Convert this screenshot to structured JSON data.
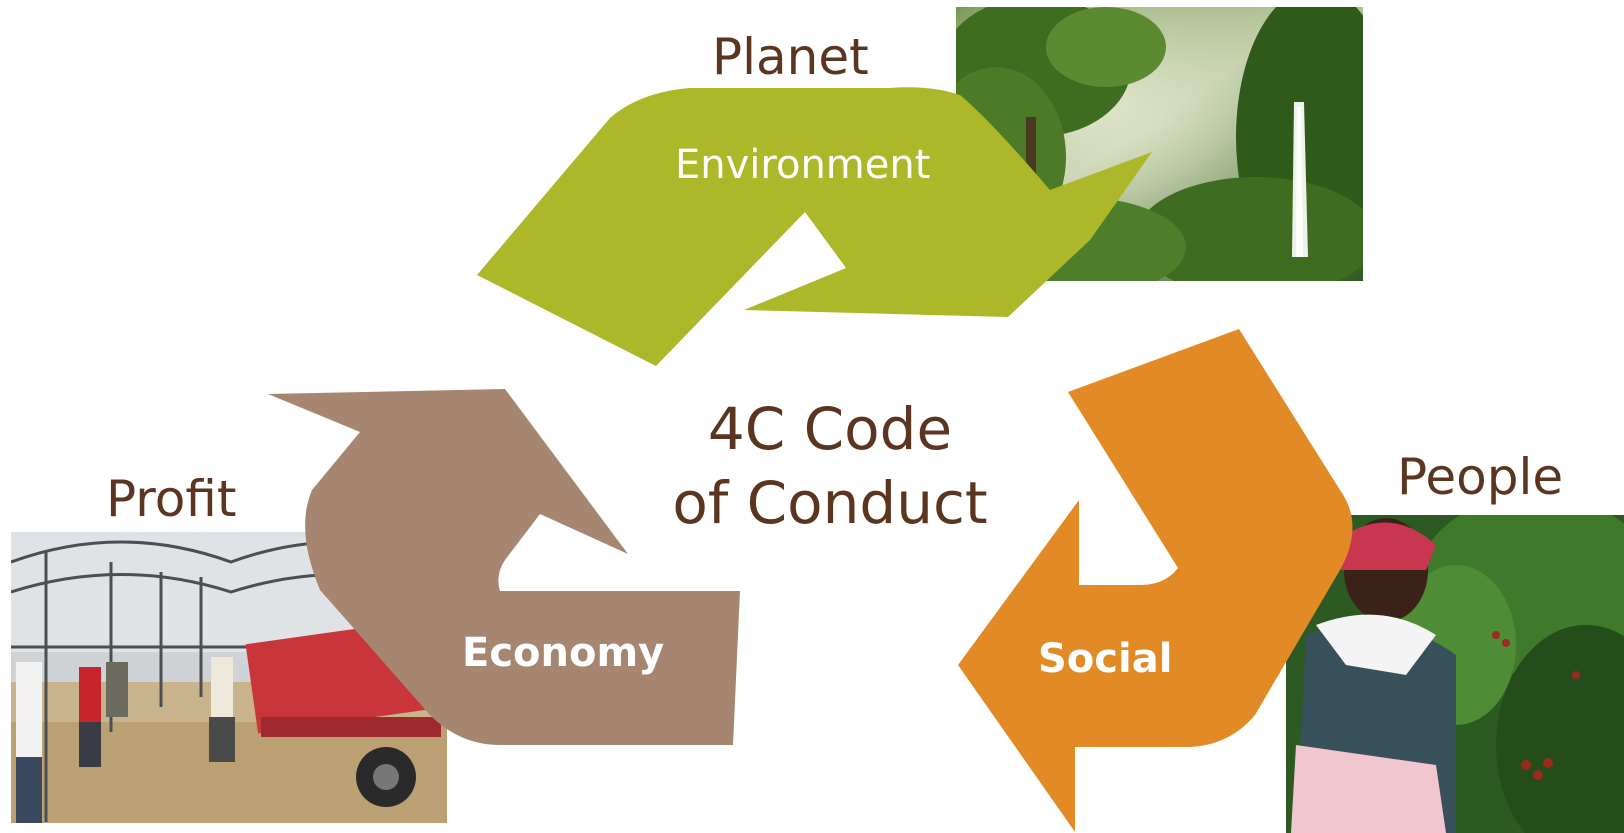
{
  "title": {
    "line1": "4C Code",
    "line2": "of Conduct"
  },
  "planet": {
    "label": "Planet",
    "arrow_text": "Environment",
    "color": "#acb829"
  },
  "profit": {
    "label": "Profit",
    "arrow_text": "Economy",
    "color": "#a68670"
  },
  "people": {
    "label": "People",
    "arrow_text": "Social",
    "color": "#e28a26"
  },
  "text_color": "#5b3520",
  "photos": {
    "planet": "rainforest-waterfall-photo",
    "profit": "coffee-drying-greenhouse-photo",
    "people": "coffee-picker-photo"
  }
}
